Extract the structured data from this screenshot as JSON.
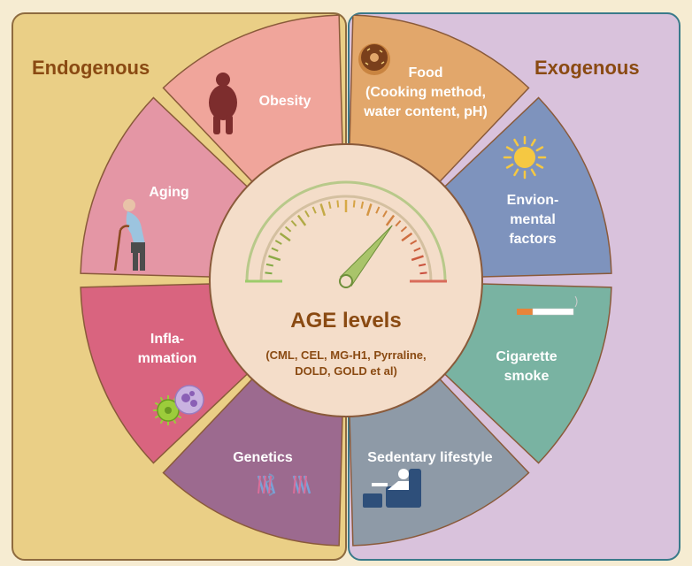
{
  "panels": {
    "left_title": "Endogenous",
    "right_title": "Exogenous"
  },
  "segments": {
    "obesity": [
      "Obesity"
    ],
    "aging": [
      "Aging"
    ],
    "inflammation": [
      "Infla-",
      "mmation"
    ],
    "genetics": [
      "Genetics"
    ],
    "food": [
      "Food",
      "(Cooking method,",
      "water content, pH)"
    ],
    "environment": [
      "Envion-",
      "mental",
      "factors"
    ],
    "cigarette": [
      "Cigarette",
      "smoke"
    ],
    "sedentary": [
      "Sedentary lifestyle"
    ]
  },
  "center": {
    "title": "AGE levels",
    "subtitle_lines": [
      "(CML, CEL, MG-H1, Pyrraline,",
      "DOLD, GOLD et al)"
    ]
  },
  "gauge": {
    "needle_level_fraction": 0.72
  },
  "colors": {
    "left_panel": "#eacf86",
    "right_panel": "#d9c2dc",
    "center_fill": "#f4ddc9",
    "title_text": "#8a4a12",
    "obesity": "#f0a59b",
    "aging": "#e496a5",
    "inflammation": "#d9647f",
    "genetics": "#9c6a8f",
    "food": "#e2a76b",
    "environment": "#7e93bd",
    "cigarette": "#79b3a2",
    "sedentary": "#8e9aa7"
  },
  "icons": {
    "obesity": "obese-person-icon",
    "aging": "elderly-person-icon",
    "inflammation": "immune-cells-icon",
    "genetics": "dna-strands-icon",
    "food": "donut-icon",
    "environment": "sun-icon",
    "cigarette": "cigarette-icon",
    "sedentary": "person-on-armchair-icon",
    "center": "gauge-meter-icon"
  }
}
